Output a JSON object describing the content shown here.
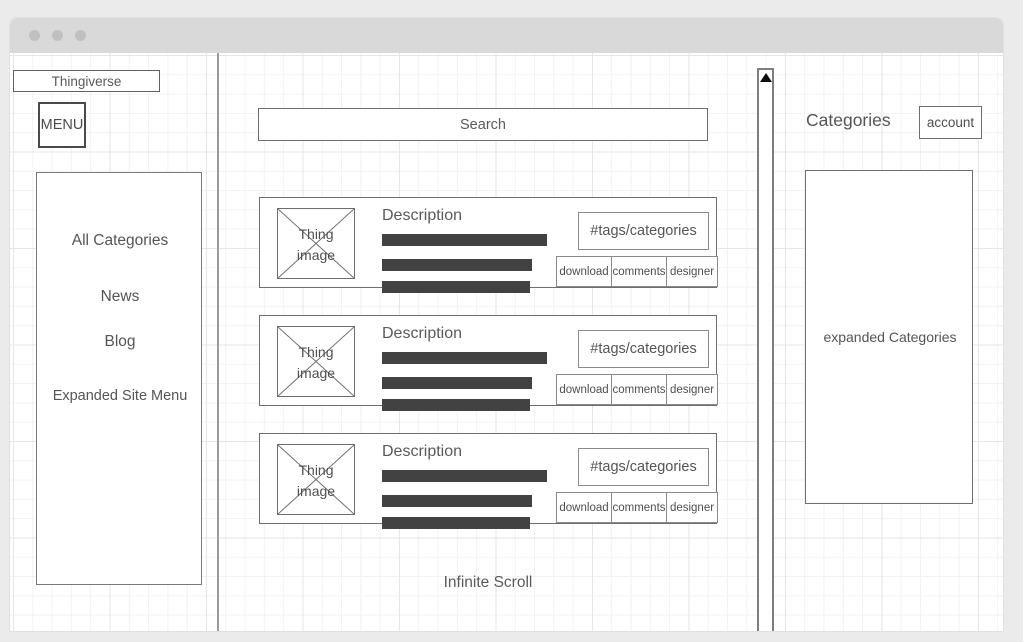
{
  "window": {
    "dots": [
      "close-dot",
      "minimize-dot",
      "maximize-dot"
    ]
  },
  "browser_tab": {
    "label": "Thingiverse"
  },
  "sidebar": {
    "menu_button_label": "MENU",
    "panel_items": [
      {
        "label": "All Categories"
      },
      {
        "label": "News"
      },
      {
        "label": "Blog"
      },
      {
        "label": "Expanded Site Menu"
      }
    ]
  },
  "main": {
    "search": {
      "label": "Search"
    },
    "cards": [
      {
        "thumb_label": "Thing\nimage",
        "thumb_line1": "Thing",
        "thumb_line2": "image",
        "description": "Description",
        "tags": "#tags/categories",
        "meta": {
          "download": "download",
          "comments": "comments",
          "designer": "designer"
        }
      },
      {
        "thumb_label": "Thing\nimage",
        "thumb_line1": "Thing",
        "thumb_line2": "image",
        "description": "Description",
        "tags": "#tags/categories",
        "meta": {
          "download": "download",
          "comments": "comments",
          "designer": "designer"
        }
      },
      {
        "thumb_label": "Thing\nimage",
        "thumb_line1": "Thing",
        "thumb_line2": "image",
        "description": "Description",
        "tags": "#tags/categories",
        "meta": {
          "download": "download",
          "comments": "comments",
          "designer": "designer"
        }
      }
    ],
    "footer_label": "Infinite Scroll"
  },
  "right_panel": {
    "title": "Categories",
    "account_label": "account",
    "expanded_label": "expanded Categories"
  },
  "scrollbar": {
    "up_arrow": "triangle-up-icon",
    "down_arrow": "triangle-down-icon"
  },
  "colors": {
    "page_background": "#ebebeb",
    "titlebar": "#d9d9d9",
    "dot": "#c0c0c0",
    "stroke": "#6e6e6e",
    "text": "#5a5a5a",
    "bar_fill": "#424242",
    "grid_minor": "#f2f2f2",
    "grid_major": "#e6e6e6"
  }
}
